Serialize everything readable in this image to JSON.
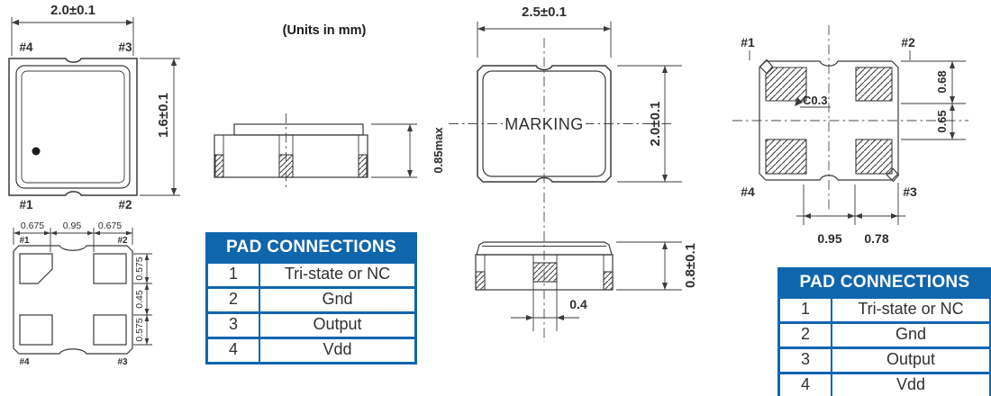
{
  "units_note": "(Units in mm)",
  "colors": {
    "table_blue": "#1066ad",
    "drawing_line": "#3a3a3a"
  },
  "figures": {
    "package_top_left": {
      "dim_width": "2.0±0.1",
      "dim_height": "1.6±0.1",
      "pad_top_left": "#4",
      "pad_top_right": "#3",
      "pad_bottom_left": "#1",
      "pad_bottom_right": "#2"
    },
    "side_view_left": {
      "dim_height": "0.85max"
    },
    "land_pattern_left": {
      "dim_top_left": "0.675",
      "dim_top_center": "0.95",
      "dim_top_right": "0.675",
      "dim_right_top": "0.575",
      "dim_right_middle": "0.45",
      "dim_right_bottom": "0.575",
      "pad_top_left": "#1",
      "pad_top_right": "#2",
      "pad_bottom_left": "#4",
      "pad_bottom_right": "#3"
    },
    "package_top_center": {
      "dim_width": "2.5±0.1",
      "dim_height": "2.0±0.1",
      "marking_label": "MARKING"
    },
    "side_view_center": {
      "dim_pad_width": "0.4",
      "dim_height": "0.8±0.1"
    },
    "land_pattern_right": {
      "pad_top_left": "#1",
      "pad_top_right": "#2",
      "pad_bottom_left": "#4",
      "pad_bottom_right": "#3",
      "chamfer_note": "C0.3",
      "dim_right_top": "0.68",
      "dim_right_bottom": "0.65",
      "dim_bottom_left": "0.95",
      "dim_bottom_right": "0.78"
    }
  },
  "pad_table": {
    "header": "PAD CONNECTIONS",
    "rows": [
      {
        "pad": "1",
        "connection": "Tri-state or NC"
      },
      {
        "pad": "2",
        "connection": "Gnd"
      },
      {
        "pad": "3",
        "connection": "Output"
      },
      {
        "pad": "4",
        "connection": "Vdd"
      }
    ]
  }
}
